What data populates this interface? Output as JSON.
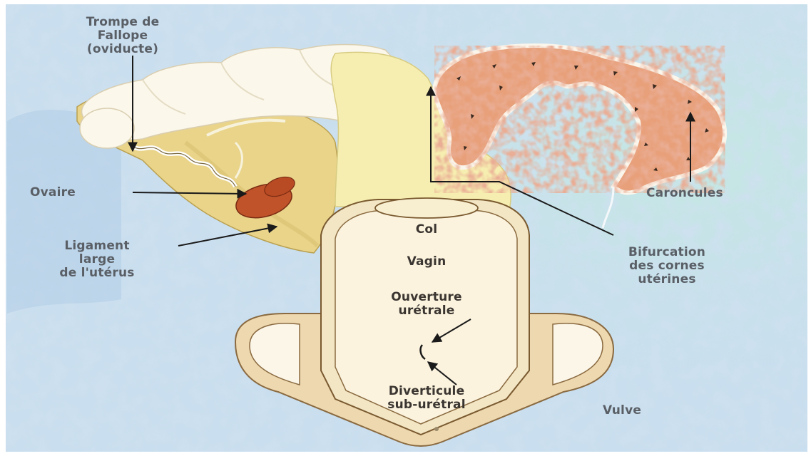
{
  "labels": {
    "trompe": "Trompe de\nFallope\n(oviducte)",
    "ovaire": "Ovaire",
    "ligament": "Ligament\nlarge\nde l'utérus",
    "col": "Col",
    "vagin": "Vagin",
    "ouverture": "Ouverture\nurétrale",
    "diverticule": "Diverticule\nsub-urétral",
    "vulve": "Vulve",
    "caroncules": "Caroncules",
    "bifurcation": "Bifurcation\ndes cornes\nutérines"
  },
  "colors": {
    "background": "#c9deee",
    "speckle": "#a8c6e0",
    "teal_tint": "#bfe3e0",
    "uterus_body": "#f6eeb0",
    "broad_ligament": "#e9d48a",
    "ovary": "#c0532a",
    "caruncle_horn": "#e8a07a",
    "vagina_outer": "#f3e6c4",
    "vagina_inner": "#fbf3de",
    "vulva": "#eed8b0",
    "outer_label_text": "#5a5f66",
    "inner_label_text": "#3a3530"
  }
}
